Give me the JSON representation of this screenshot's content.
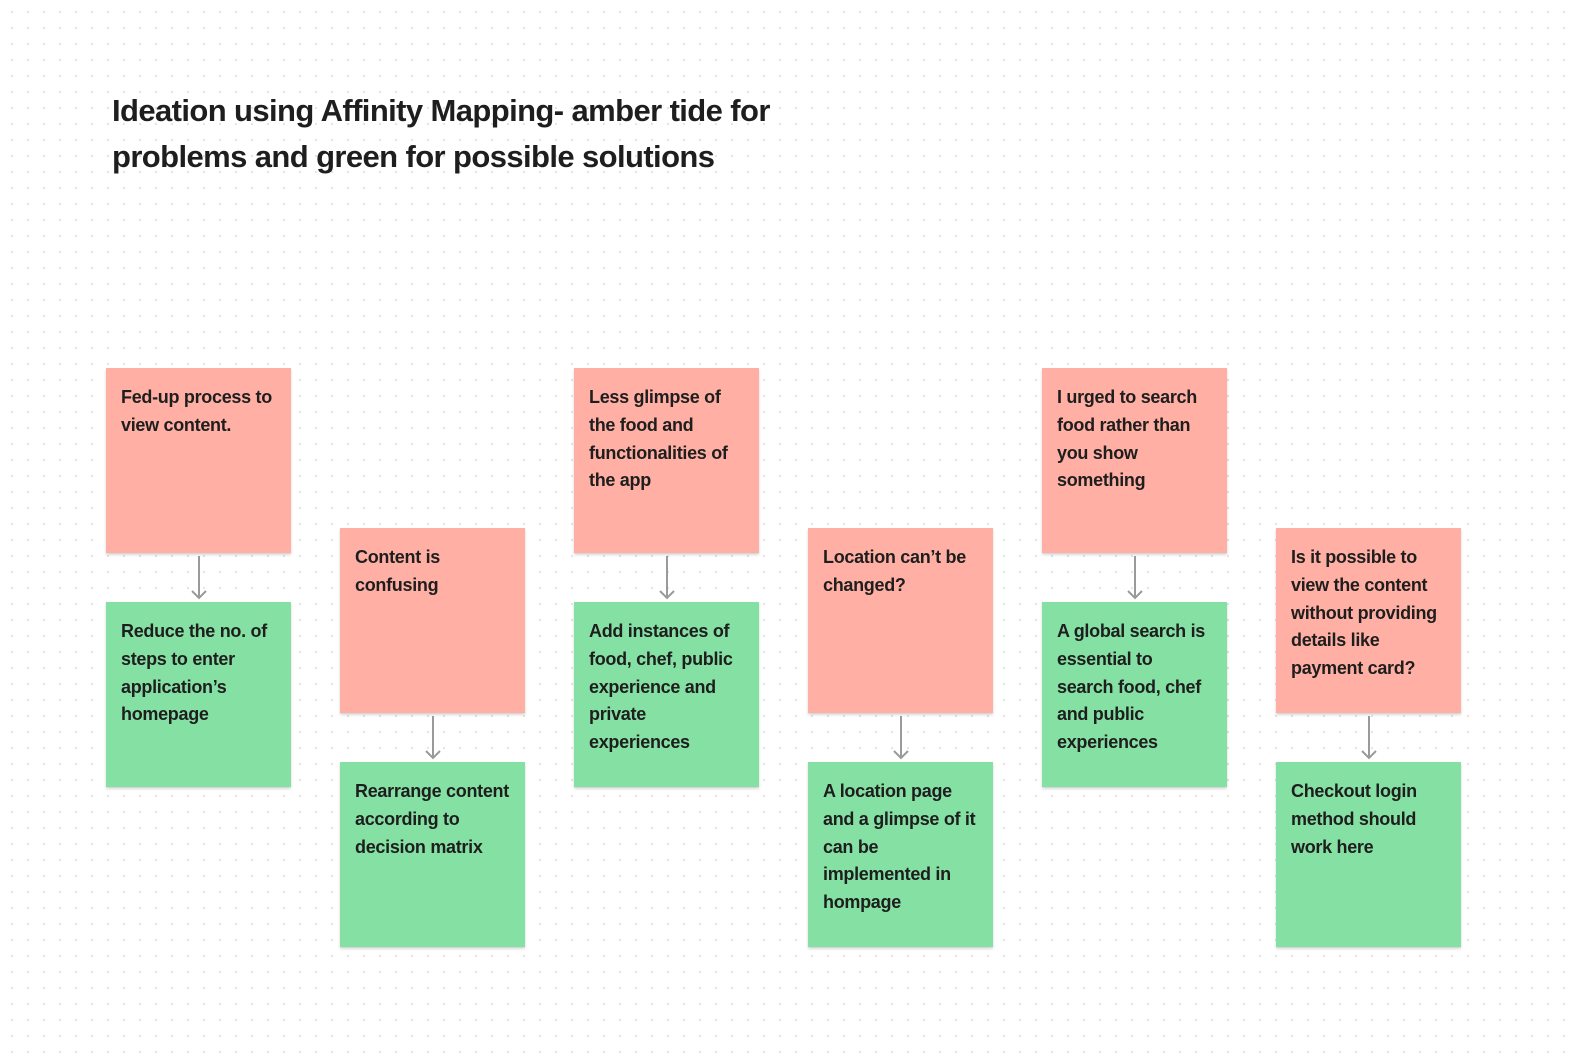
{
  "board": {
    "title": "Ideation using Affinity Mapping- amber tide for problems and green for possible solutions"
  },
  "colors": {
    "problem": "#ffafa3",
    "solution": "#85e0a3",
    "connector": "#9a9a9a",
    "text": "#1e1e1e"
  },
  "pairs": [
    {
      "problem": "Fed-up process to view content.",
      "solution": "Reduce the no. of steps to enter application’s homepage"
    },
    {
      "problem": "Content is confusing",
      "solution": "Rearrange content according to decision matrix"
    },
    {
      "problem": "Less glimpse of the food and functionalities of the app",
      "solution": "Add instances of food, chef, public experience and private experiences"
    },
    {
      "problem": "Location can’t be changed?",
      "solution": "A location page and a glimpse of it can be implemented in hompage"
    },
    {
      "problem": "I urged to search food rather than you show something",
      "solution": "A global search is essential to search food, chef and public experiences"
    },
    {
      "problem": "Is it possible to view the content without providing details like payment card?",
      "solution": "Checkout login method should work here"
    }
  ]
}
